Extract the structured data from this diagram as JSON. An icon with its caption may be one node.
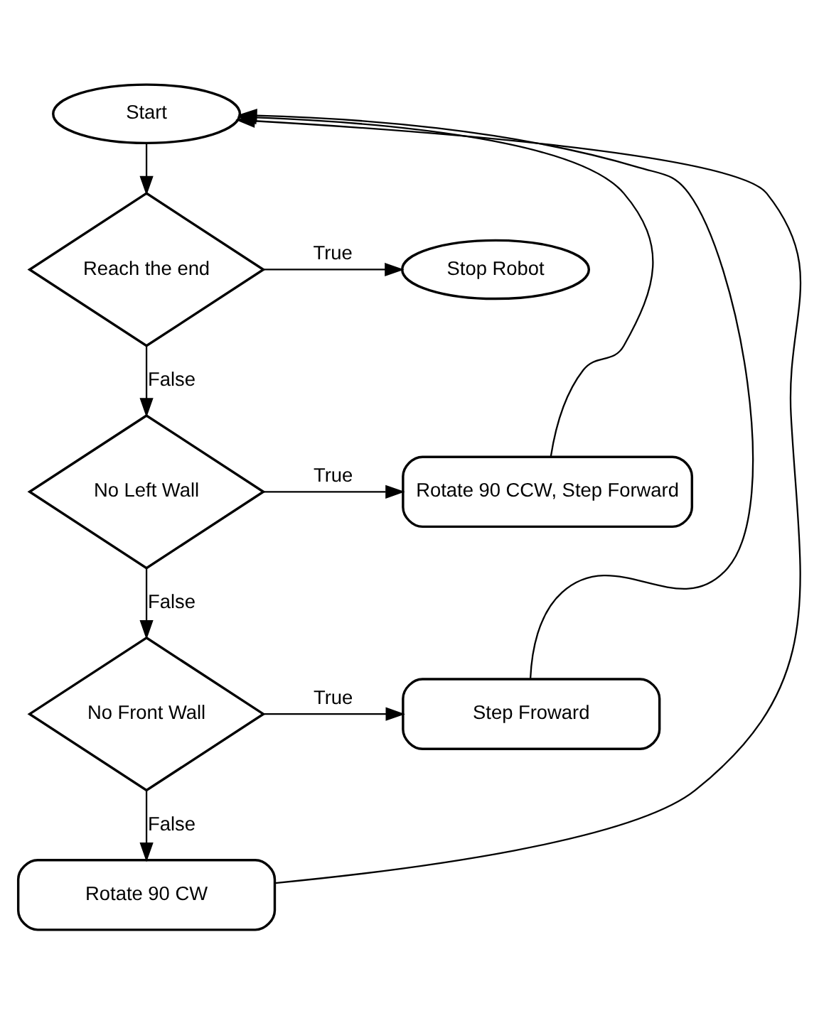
{
  "diagram": {
    "nodes": [
      {
        "text": [
          "Start"
        ]
      },
      {
        "text": [
          "Reach the end"
        ]
      },
      {
        "text": [
          "Stop Robot"
        ]
      },
      {
        "text": [
          "No Left Wall"
        ]
      },
      {
        "text": [
          "Rotate 90 CCW, Step Forward"
        ]
      },
      {
        "text": [
          "No Front Wall"
        ]
      },
      {
        "text": [
          "Step Froward"
        ]
      },
      {
        "text": [
          "Rotate 90 CW"
        ]
      }
    ],
    "edges": [
      {
        "from": 0,
        "to": 1,
        "arrow": "to"
      },
      {
        "from": 1,
        "to": 2,
        "arrow": "to",
        "label": "True"
      },
      {
        "from": 1,
        "to": 3,
        "arrow": "to",
        "label": "False"
      },
      {
        "from": 3,
        "to": 4,
        "arrow": "to",
        "label": "True"
      },
      {
        "from": 3,
        "to": 5,
        "arrow": "to",
        "label": "False"
      },
      {
        "from": 5,
        "to": 6,
        "arrow": "to",
        "label": "True"
      },
      {
        "from": 5,
        "to": 7,
        "arrow": "to",
        "label": "False"
      },
      {
        "from": 4,
        "to": 0,
        "arrow": "to"
      },
      {
        "from": 6,
        "to": 0,
        "arrow": "to"
      },
      {
        "from": 7,
        "to": 0,
        "arrow": "to"
      }
    ]
  }
}
